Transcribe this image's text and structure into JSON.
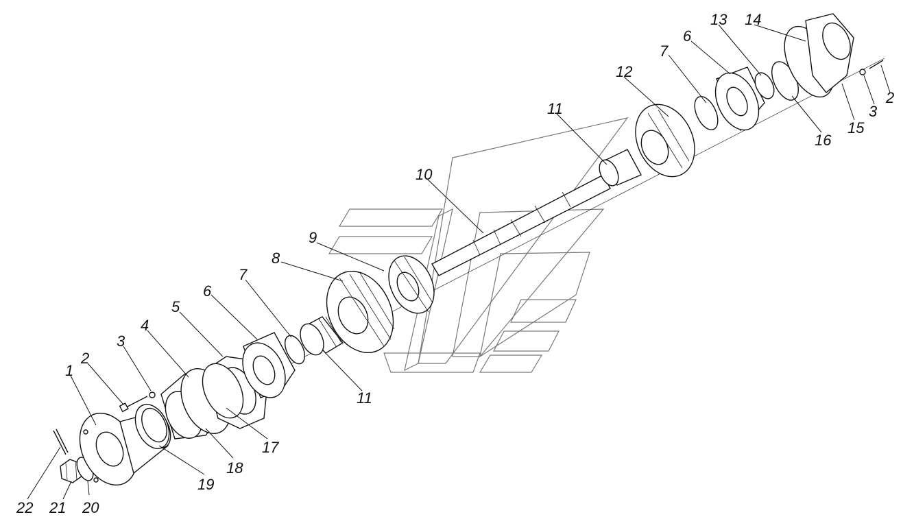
{
  "diagram": {
    "labels": [
      "1",
      "2",
      "3",
      "4",
      "5",
      "6",
      "7",
      "8",
      "9",
      "10",
      "11",
      "11",
      "12",
      "6",
      "7",
      "13",
      "14",
      "2",
      "3",
      "15",
      "16",
      "17",
      "18",
      "19",
      "20",
      "21",
      "22"
    ]
  }
}
